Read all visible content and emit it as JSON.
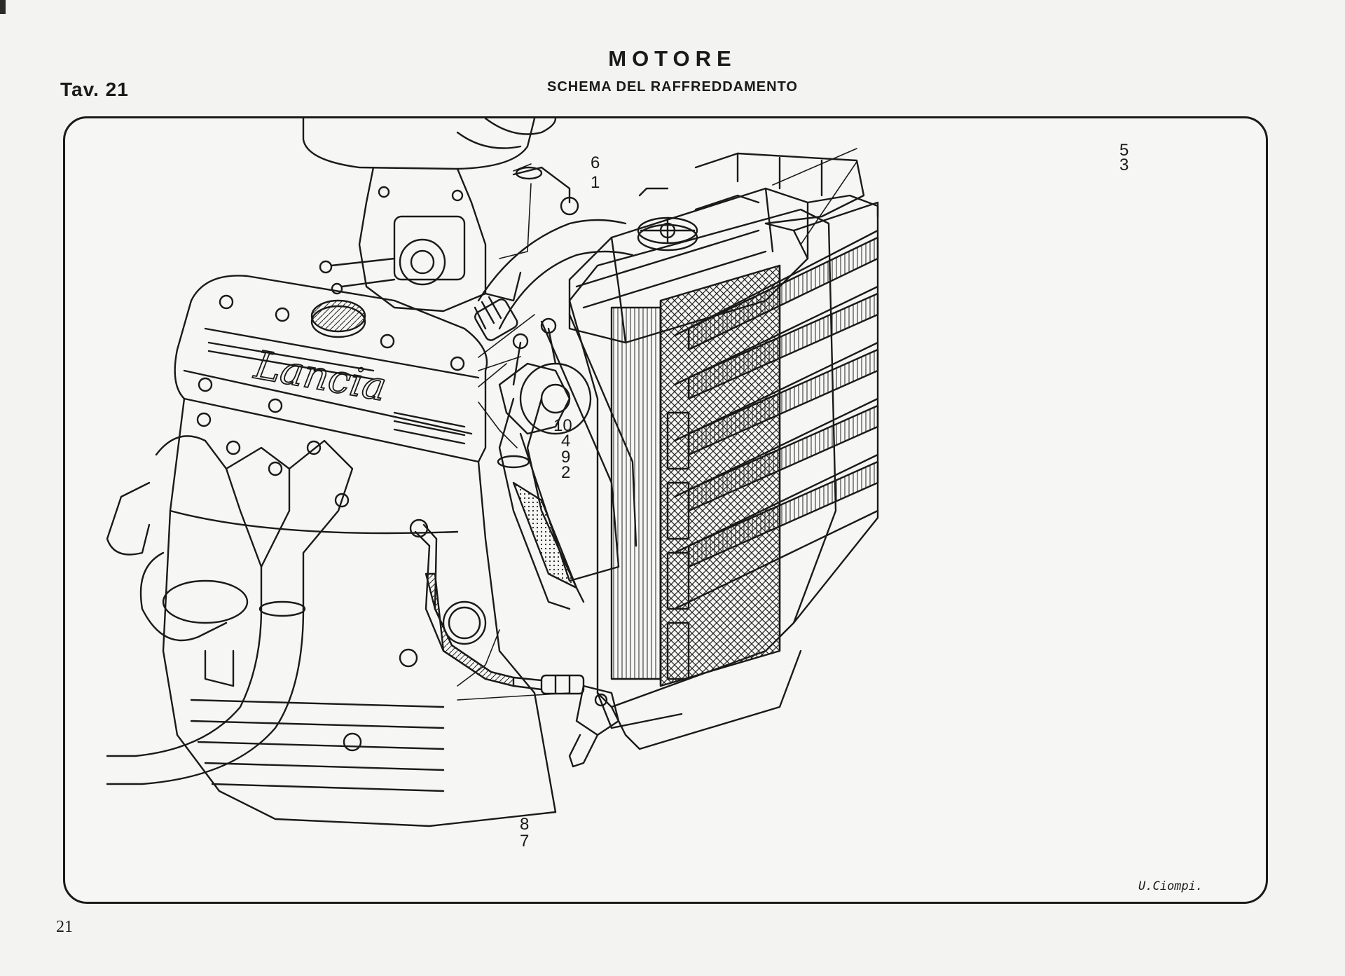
{
  "header": {
    "section_title": "MOTORE",
    "subtitle": "SCHEMA DEL RAFFREDDAMENTO",
    "plate_label": "Tav. 21"
  },
  "diagram": {
    "brand_lettering": "Lancia",
    "callouts": [
      "1",
      "2",
      "3",
      "4",
      "5",
      "6",
      "7",
      "8",
      "9",
      "10"
    ]
  },
  "footer": {
    "signature": "U.Ciompi.",
    "page_number": "21"
  }
}
